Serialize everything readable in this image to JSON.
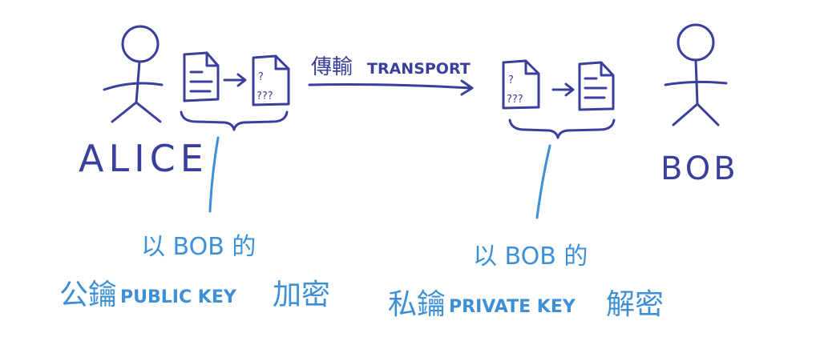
{
  "title": "Public-key encryption: Alice to Bob",
  "people": {
    "sender": "ALICE",
    "receiver": "BOB"
  },
  "transport": {
    "label_zh": "傳輸",
    "label_en": "TRANSPORT"
  },
  "documents": {
    "encrypted_mark": "???"
  },
  "left_note": {
    "line1": "以 BOB 的",
    "line2_zh_a": "公鑰",
    "line2_en": "PUBLIC KEY",
    "line2_zh_b": "加密"
  },
  "right_note": {
    "line1": "以 BOB 的",
    "line2_zh_a": "私鑰",
    "line2_en": "PRIVATE KEY",
    "line2_zh_b": "解密"
  },
  "colors": {
    "dark_ink": "#3a3f9b",
    "light_ink": "#3d8fd6"
  }
}
